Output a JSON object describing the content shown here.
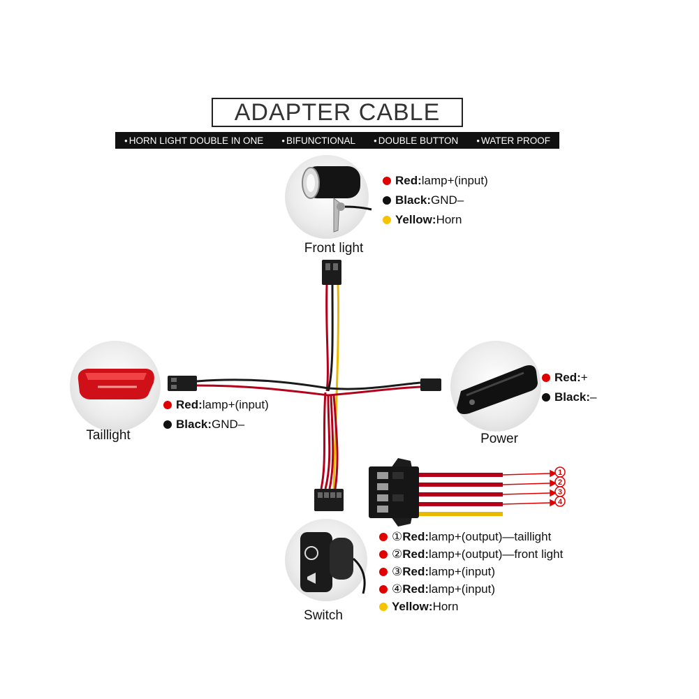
{
  "title": "ADAPTER  CABLE",
  "features": [
    "HORN LIGHT DOUBLE IN ONE",
    "BIFUNCTIONAL",
    "DOUBLE BUTTON",
    "WATER PROOF"
  ],
  "front_light": {
    "caption": "Front light",
    "legend": [
      {
        "color": "red",
        "label": "Red:",
        "text": "lamp+(input)"
      },
      {
        "color": "black",
        "label": "Black:",
        "text": "GND–"
      },
      {
        "color": "yellow",
        "label": "Yellow:",
        "text": "Horn"
      }
    ]
  },
  "taillight": {
    "caption": "Taillight",
    "legend": [
      {
        "color": "red",
        "label": "Red:",
        "text": "lamp+(input)"
      },
      {
        "color": "black",
        "label": "Black:",
        "text": "GND–"
      }
    ]
  },
  "power": {
    "caption": "Power",
    "legend": [
      {
        "color": "red",
        "label": "Red:",
        "text": "+"
      },
      {
        "color": "black",
        "label": "Black:",
        "text": "–"
      }
    ]
  },
  "switch": {
    "caption": "Switch",
    "legend": [
      {
        "color": "red",
        "num": "①",
        "label": "Red:",
        "text": "lamp+(output)—taillight"
      },
      {
        "color": "red",
        "num": "②",
        "label": "Red:",
        "text": "lamp+(output)—front light"
      },
      {
        "color": "red",
        "num": "③",
        "label": "Red:",
        "text": "lamp+(input)"
      },
      {
        "color": "red",
        "num": "④",
        "label": "Red:",
        "text": "lamp+(input)"
      },
      {
        "color": "yellow",
        "num": "",
        "label": "Yellow:",
        "text": "Horn"
      }
    ]
  },
  "pin_numbers": [
    "1",
    "2",
    "3",
    "4"
  ],
  "colors": {
    "red_wire": "#b3001b",
    "black_wire": "#1a1a1a",
    "yellow_wire": "#e9b800",
    "red_dot": "#e00000",
    "yellow_dot": "#f5c400"
  }
}
